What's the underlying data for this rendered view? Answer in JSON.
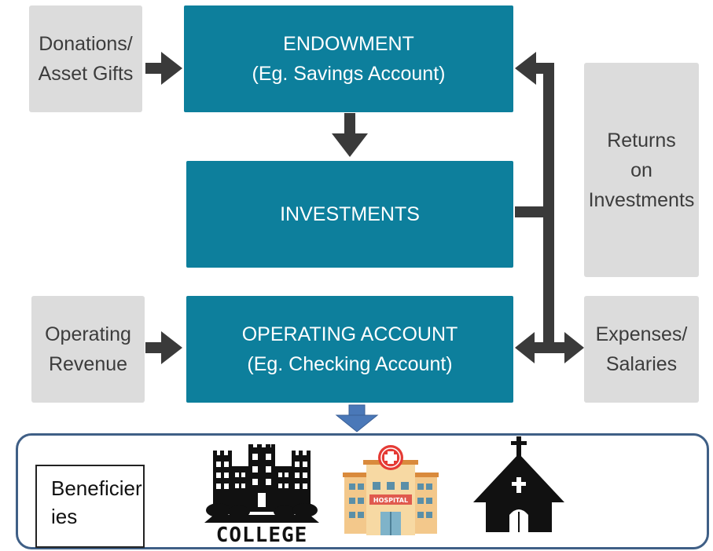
{
  "nodes": {
    "donations": {
      "line1": "Donations/",
      "line2": "Asset Gifts"
    },
    "endowment": {
      "line1": "ENDOWMENT",
      "line2": "(Eg. Savings Account)"
    },
    "investments": {
      "line1": "INVESTMENTS"
    },
    "returns": {
      "line1": "Returns",
      "line2": "on",
      "line3": "Investments"
    },
    "operating_revenue": {
      "line1": "Operating",
      "line2": "Revenue"
    },
    "operating_account": {
      "line1": "OPERATING ACCOUNT",
      "line2": "(Eg. Checking Account)"
    },
    "expenses": {
      "line1": "Expenses/",
      "line2": "Salaries"
    }
  },
  "beneficiaries": {
    "label": "Beneficieries",
    "college_word": "COLLEGE",
    "hospital_sign": "HOSPITAL",
    "icons": [
      "college-icon",
      "hospital-icon",
      "church-icon"
    ]
  },
  "colors": {
    "teal": "#0d7f9c",
    "grey_box": "#dcdcdc",
    "arrow": "#3a3a3a",
    "down_arrow_blue": "#4a78b8",
    "frame_border": "#3f5f86"
  }
}
